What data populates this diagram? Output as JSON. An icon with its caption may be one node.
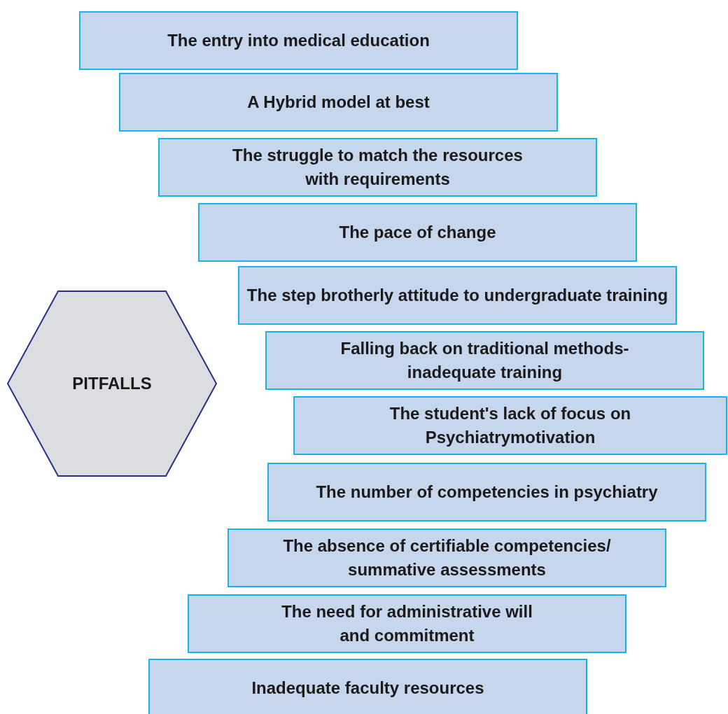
{
  "diagram": {
    "nodes": [
      {
        "text": [
          "PITFALLS"
        ]
      },
      {
        "text": [
          "The entry into medical education"
        ]
      },
      {
        "text": [
          "A Hybrid model at best"
        ]
      },
      {
        "text": [
          "The struggle to match the resources with requirements"
        ]
      },
      {
        "text": [
          "The pace of change"
        ]
      },
      {
        "text": [
          "The step brotherly attitude to undergraduate training"
        ]
      },
      {
        "text": [
          "Falling back on traditional methods- inadequate training"
        ]
      },
      {
        "text": [
          "The student's lack of focus on Psychiatrymotivation"
        ]
      },
      {
        "text": [
          "The number of competencies in psychiatry"
        ]
      },
      {
        "text": [
          "The absence of certifiable competencies/ summative assessments"
        ]
      },
      {
        "text": [
          "The need for administrative will and commitment"
        ]
      },
      {
        "text": [
          "Inadequate faculty resources"
        ]
      }
    ]
  }
}
